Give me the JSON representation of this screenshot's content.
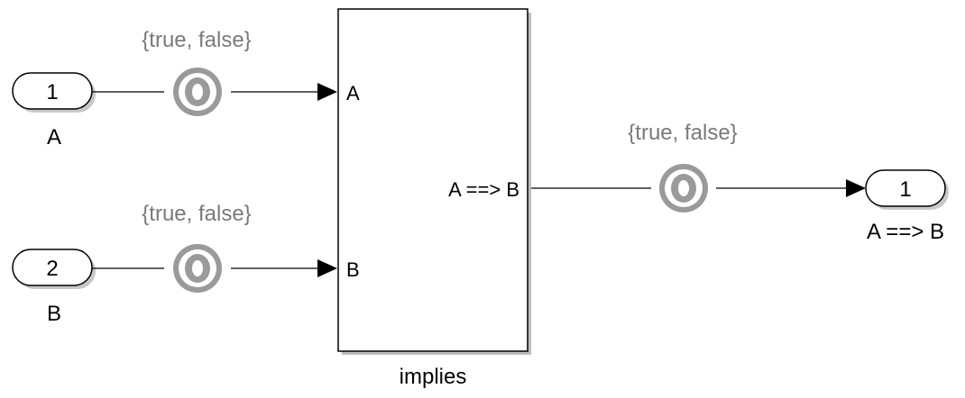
{
  "inports": [
    {
      "number": "1",
      "label": "A"
    },
    {
      "number": "2",
      "label": "B"
    }
  ],
  "subsystem": {
    "name": "implies",
    "inputs": [
      "A",
      "B"
    ],
    "output": "A ==> B"
  },
  "outport": {
    "number": "1",
    "label": "A ==> B"
  },
  "signal_ranges": {
    "a_in": "{true, false}",
    "b_in": "{true, false}",
    "out": "{true, false}"
  },
  "colors": {
    "observer": "#9a9a9a",
    "range_text": "#7a7a7a",
    "wire": "#000000"
  },
  "icons": {
    "observer": "observer-icon",
    "arrow": "arrowhead-icon"
  }
}
